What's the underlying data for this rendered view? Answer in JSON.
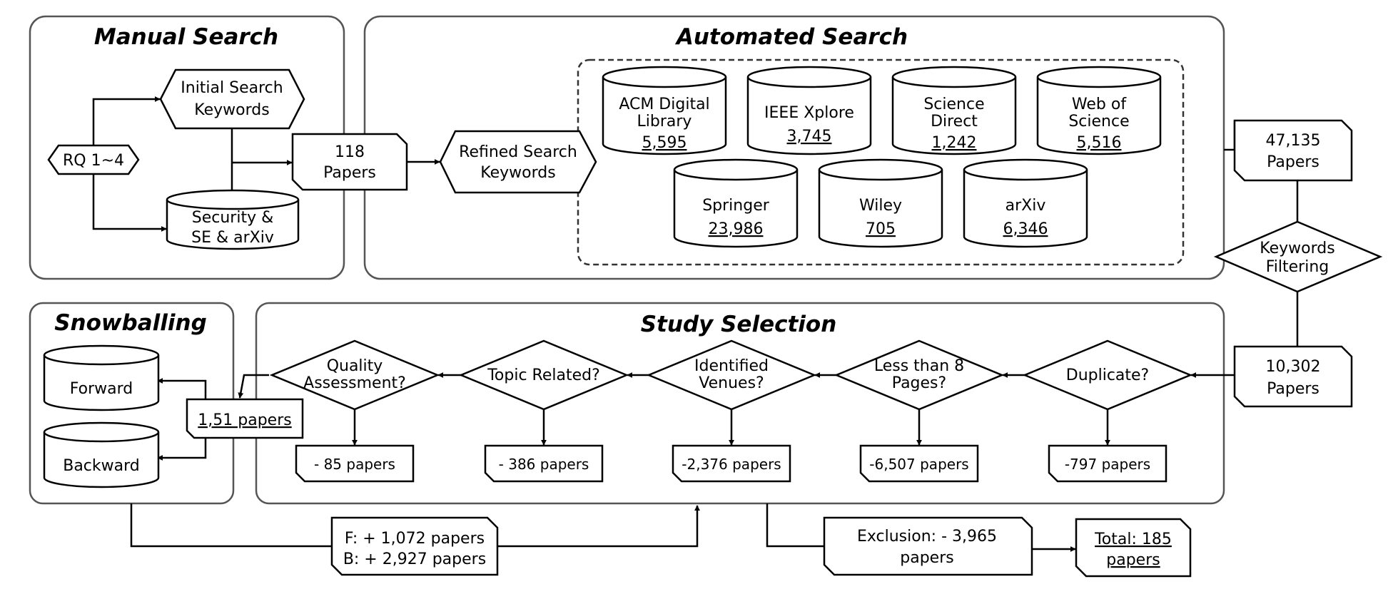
{
  "sections": {
    "manual": "Manual Search",
    "automated": "Automated Search",
    "snowballing": "Snowballing",
    "selection": "Study Selection"
  },
  "manual": {
    "rq": "RQ 1~4",
    "initial_keywords": [
      "Initial Search",
      "Keywords"
    ],
    "source": [
      "Security &",
      "SE & arXiv"
    ],
    "papers": [
      "118",
      "Papers"
    ]
  },
  "refined_keywords": [
    "Refined Search",
    "Keywords"
  ],
  "databases": [
    {
      "name": [
        "ACM Digital",
        "Library"
      ],
      "count": "5,595"
    },
    {
      "name": [
        "IEEE Xplore"
      ],
      "count": "3,745"
    },
    {
      "name": [
        "Science",
        "Direct"
      ],
      "count": "1,242"
    },
    {
      "name": [
        "Web of",
        "Science"
      ],
      "count": "5,516"
    },
    {
      "name": [
        "Springer"
      ],
      "count": "23,986"
    },
    {
      "name": [
        "Wiley"
      ],
      "count": "705"
    },
    {
      "name": [
        "arXiv"
      ],
      "count": "6,346"
    }
  ],
  "automated_total": [
    "47,135",
    "Papers"
  ],
  "keywords_filtering": [
    "Keywords",
    "Filtering"
  ],
  "after_filtering": [
    "10,302",
    "Papers"
  ],
  "selection_steps": [
    {
      "question": [
        "Duplicate?"
      ],
      "removed": "-797 papers"
    },
    {
      "question": [
        "Less than 8",
        "Pages?"
      ],
      "removed": "-6,507 papers"
    },
    {
      "question": [
        "Identified",
        "Venues?"
      ],
      "removed": "-2,376 papers"
    },
    {
      "question": [
        "Topic Related?"
      ],
      "removed": "- 386 papers"
    },
    {
      "question": [
        "Quality",
        "Assessment?"
      ],
      "removed": "- 85 papers"
    }
  ],
  "snowballing": {
    "forward": "Forward",
    "backward": "Backward",
    "papers": "1,51 papers"
  },
  "snowball_result": [
    "F: + 1,072 papers",
    "B: + 2,927 papers"
  ],
  "exclusion": [
    "Exclusion: - 3,965",
    "papers"
  ],
  "total": [
    "Total: 185",
    "papers"
  ]
}
